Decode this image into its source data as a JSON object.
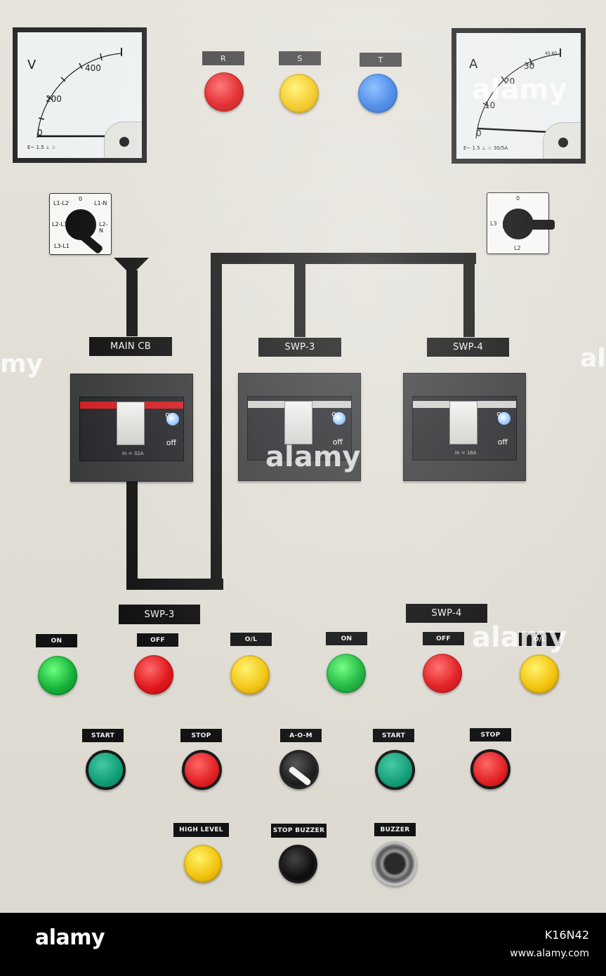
{
  "voltmeter": {
    "unit": "V",
    "ticks": [
      "400",
      "200",
      "0"
    ],
    "footer_text": "E~ 1.5 ⊥ ☆"
  },
  "ammeter": {
    "unit": "A",
    "ticks": [
      "30",
      "20",
      "10",
      "0"
    ],
    "minor": "45 60",
    "footer_text": "E~ 1.5 ⊥ ☆  30/5A"
  },
  "phase_lamps": {
    "r_label": "R",
    "s_label": "S",
    "t_label": "T",
    "colors": {
      "r": "#e0181c",
      "s": "#f3c40e",
      "t": "#2f7ae6"
    }
  },
  "voltage_selector": {
    "positions": [
      "L1-L2",
      "0",
      "L1-N",
      "L2-L3",
      "L2-N",
      "L3-L1"
    ]
  },
  "current_selector": {
    "positions": [
      "0",
      "L3",
      "L2"
    ]
  },
  "breakers": [
    {
      "label": "MAIN CB",
      "on_text": "on",
      "off_text": "off",
      "rating": "In = 32A"
    },
    {
      "label": "SWP-3",
      "on_text": "on",
      "off_text": "off",
      "rating": ""
    },
    {
      "label": "SWP-4",
      "on_text": "on",
      "off_text": "off",
      "rating": "In = 16A"
    }
  ],
  "groups": {
    "swp3": "SWP-3",
    "swp4": "SWP-4"
  },
  "indicator_labels": [
    "ON",
    "OFF",
    "O/L",
    "ON",
    "OFF",
    "O/L"
  ],
  "control_labels": [
    "START",
    "STOP",
    "A-O-M",
    "START",
    "STOP"
  ],
  "bottom_labels": [
    "HIGH LEVEL",
    "STOP BUZZER",
    "BUZZER"
  ],
  "watermarks": [
    "alamy",
    "alamy",
    "alamy",
    "my",
    "al"
  ],
  "footer": {
    "logo": "alamy",
    "image_id": "K16N42",
    "url": "www.alamy.com"
  }
}
